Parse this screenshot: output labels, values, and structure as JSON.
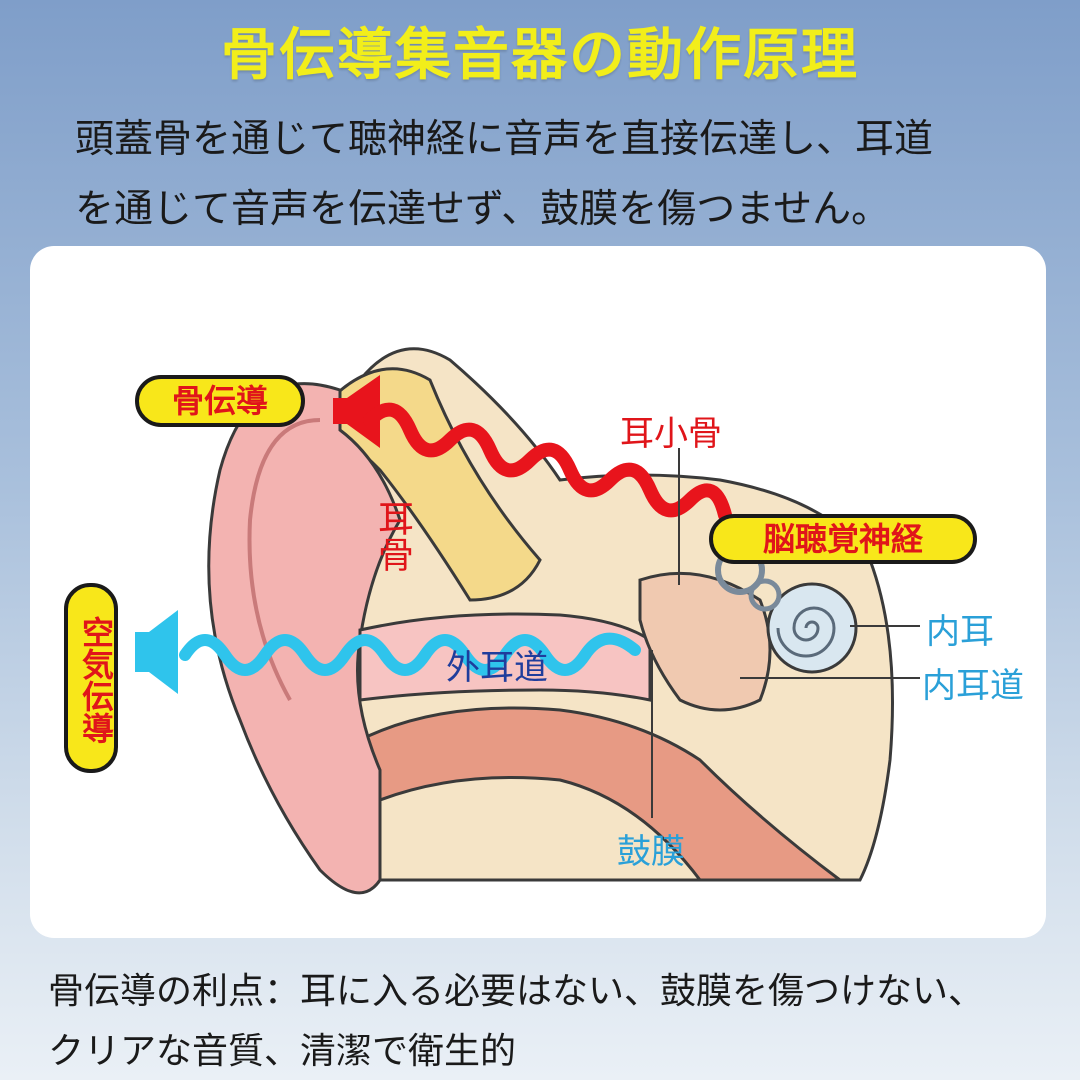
{
  "title": "骨伝導集音器の動作原理",
  "subtitle": {
    "line1": "頭蓋骨を通じて聴神経に音声を直接伝達し、耳道",
    "line2": "を通じて音声を伝達せず、鼓膜を傷つません。"
  },
  "diagram": {
    "labels": {
      "bone_conduction": "骨伝導",
      "air_conduction": "空気伝導",
      "ear_bone": "耳骨",
      "ossicles": "耳小骨",
      "auditory_nerve": "脳聴覚神経",
      "ear_canal": "外耳道",
      "inner_ear": "内耳",
      "inner_ear_canal": "内耳道",
      "eardrum": "鼓膜"
    },
    "colors": {
      "bone_wave": "#e8141c",
      "air_wave": "#2fc4ec",
      "pill_fill": "#f8e71a",
      "label_red": "#e0151a",
      "label_blue": "#2aa0d8",
      "label_navy": "#1f3d9c"
    }
  },
  "footer": {
    "line1": "骨伝導の利点：耳に入る必要はない、鼓膜を傷つけない、",
    "line2": "クリアな音質、清潔で衛生的"
  }
}
